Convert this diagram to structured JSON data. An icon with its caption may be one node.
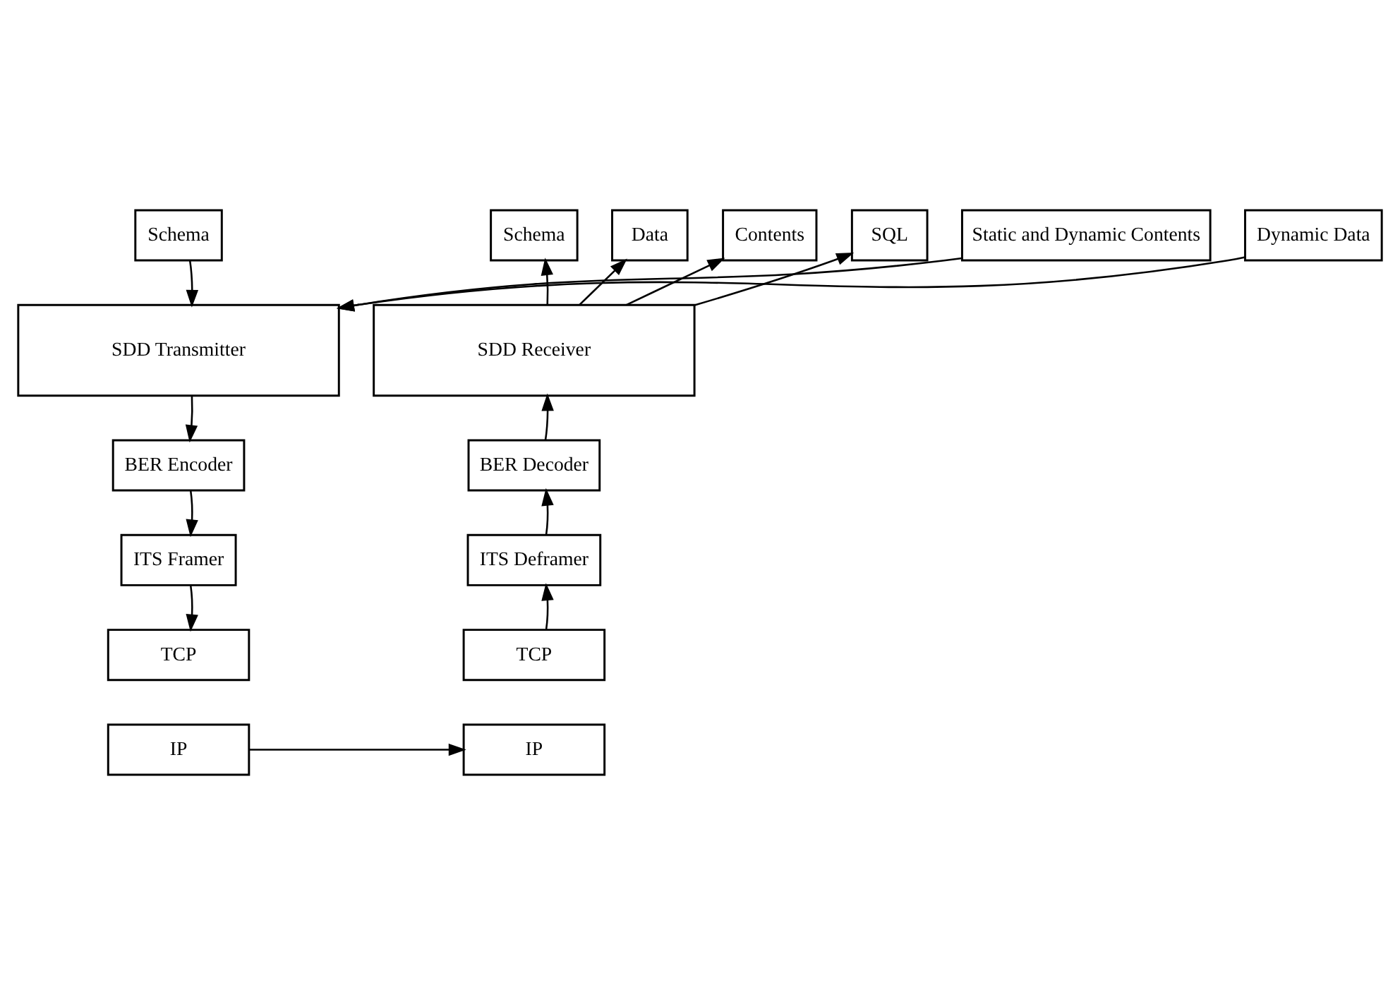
{
  "diagram": {
    "nodes": [
      {
        "text": [
          "Schema"
        ]
      },
      {
        "text": [
          "Static and Dynamic Contents"
        ]
      },
      {
        "text": [
          "Dynamic Data"
        ]
      },
      {
        "text": [
          "SDD Transmitter"
        ]
      },
      {
        "text": [
          "BER Encoder"
        ]
      },
      {
        "text": [
          "ITS Framer"
        ]
      },
      {
        "text": [
          "TCP"
        ]
      },
      {
        "text": [
          "IP"
        ]
      },
      {
        "text": [
          "Schema"
        ]
      },
      {
        "text": [
          "Data"
        ]
      },
      {
        "text": [
          "Contents"
        ]
      },
      {
        "text": [
          "SQL"
        ]
      },
      {
        "text": [
          "SDD Receiver"
        ]
      },
      {
        "text": [
          "BER Decoder"
        ]
      },
      {
        "text": [
          "ITS Deframer"
        ]
      },
      {
        "text": [
          "TCP"
        ]
      },
      {
        "text": [
          "IP"
        ]
      }
    ],
    "edges": [
      {
        "from": 0,
        "to": 3,
        "arrow": "to"
      },
      {
        "from": 1,
        "to": 3,
        "arrow": "to"
      },
      {
        "from": 2,
        "to": 3,
        "arrow": "to"
      },
      {
        "from": 3,
        "to": 4,
        "arrow": "to"
      },
      {
        "from": 4,
        "to": 5,
        "arrow": "to"
      },
      {
        "from": 5,
        "to": 6,
        "arrow": "to"
      },
      {
        "from": 7,
        "to": 16,
        "arrow": "to"
      },
      {
        "from": 15,
        "to": 14,
        "arrow": "to"
      },
      {
        "from": 14,
        "to": 13,
        "arrow": "to"
      },
      {
        "from": 13,
        "to": 12,
        "arrow": "to"
      },
      {
        "from": 12,
        "to": 8,
        "arrow": "to"
      },
      {
        "from": 12,
        "to": 9,
        "arrow": "to"
      },
      {
        "from": 12,
        "to": 10,
        "arrow": "to"
      },
      {
        "from": 12,
        "to": 11,
        "arrow": "to"
      }
    ]
  }
}
